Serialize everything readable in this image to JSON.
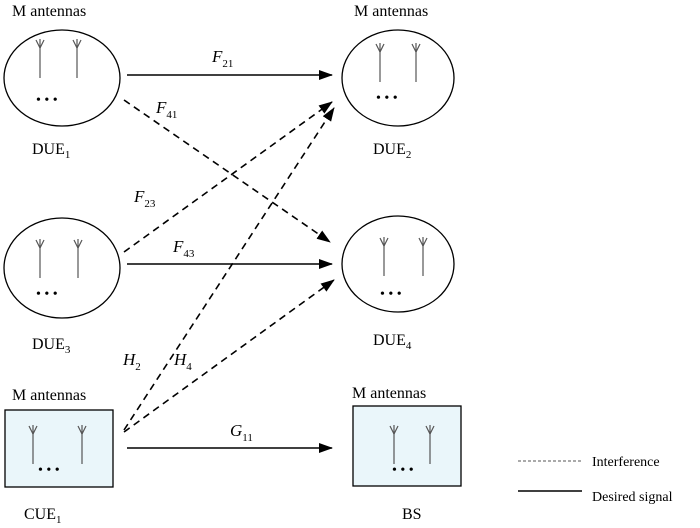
{
  "nodes": {
    "due1": {
      "top_label": "M antennas",
      "name": "DUE",
      "sub": "1"
    },
    "due2": {
      "top_label": "M antennas",
      "name": "DUE",
      "sub": "2"
    },
    "due3": {
      "name": "DUE",
      "sub": "3"
    },
    "due4": {
      "name": "DUE",
      "sub": "4"
    },
    "cue1": {
      "top_label": "M antennas",
      "name": "CUE",
      "sub": "1"
    },
    "bs": {
      "top_label": "M antennas",
      "name": "BS"
    }
  },
  "links": {
    "f21": {
      "sym": "F",
      "sub": "21"
    },
    "f41": {
      "sym": "F",
      "sub": "41"
    },
    "f23": {
      "sym": "F",
      "sub": "23"
    },
    "f43": {
      "sym": "F",
      "sub": "43"
    },
    "h2": {
      "sym": "H",
      "sub": "2"
    },
    "h4": {
      "sym": "H",
      "sub": "4"
    },
    "g11": {
      "sym": "G",
      "sub": "11"
    }
  },
  "dots": "• • •",
  "legend": {
    "interference": "Interference",
    "desired": "Desired signal"
  },
  "colors": {
    "box_fill": "#eaf6fa",
    "line": "#000000",
    "antenna": "#555555"
  }
}
